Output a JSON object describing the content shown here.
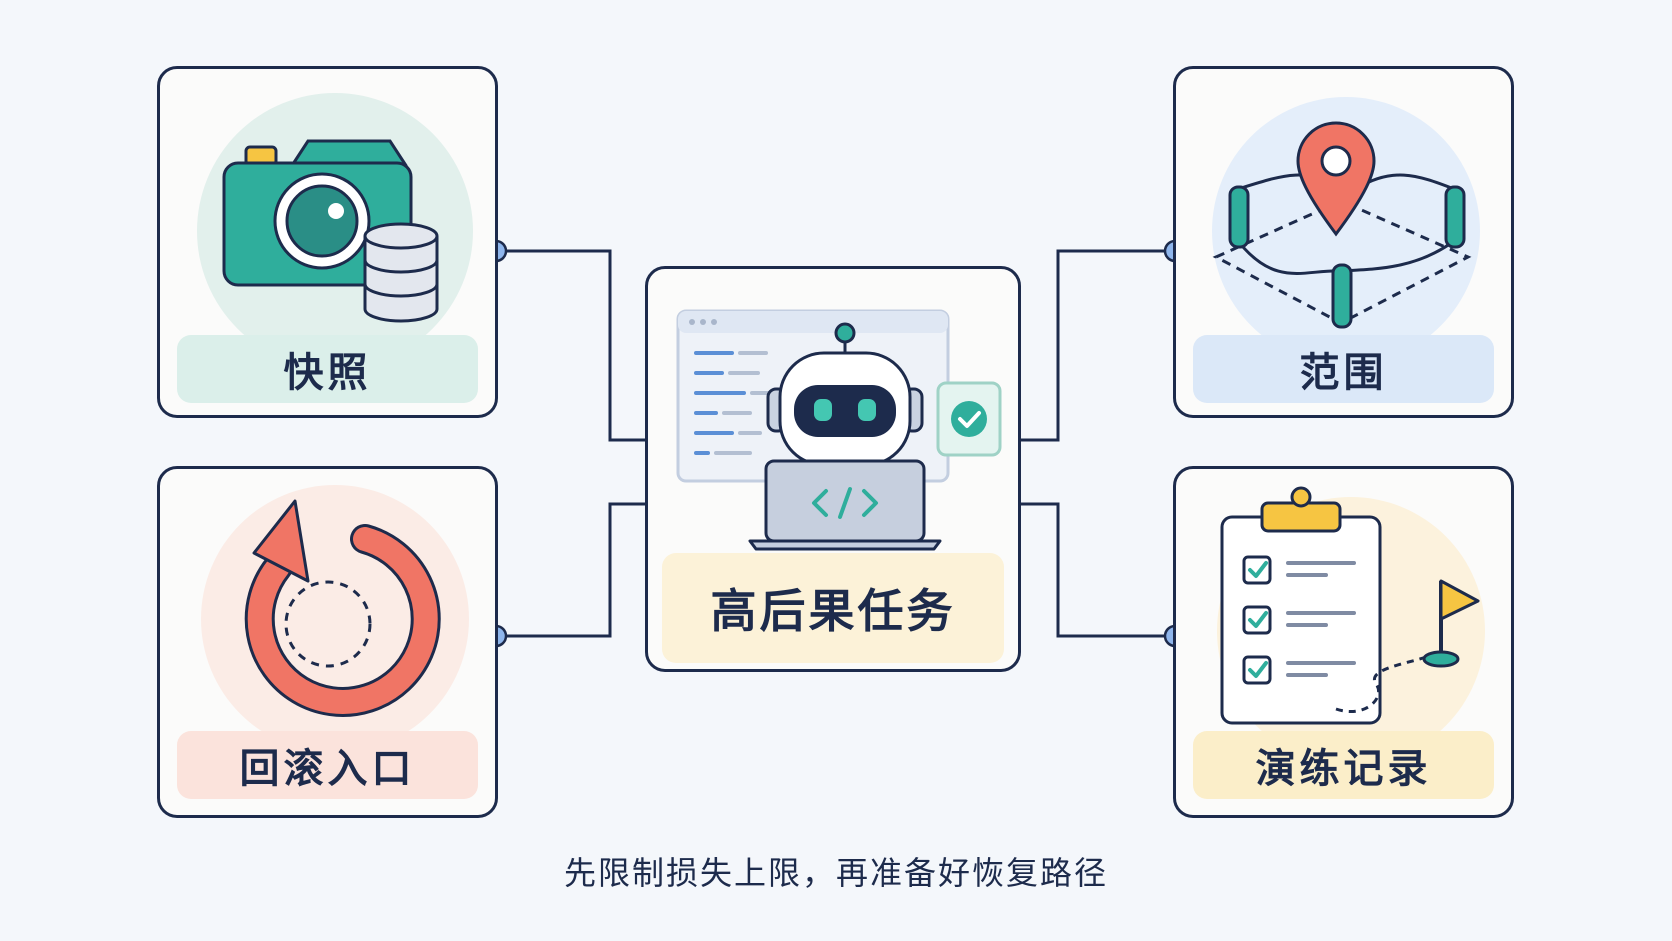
{
  "nodes": {
    "snapshot": {
      "label": "快照",
      "icon": "camera-database-icon"
    },
    "rollback": {
      "label": "回滚入口",
      "icon": "undo-arrow-icon"
    },
    "scope": {
      "label": "范围",
      "icon": "map-pin-boundary-icon"
    },
    "drill_log": {
      "label": "演练记录",
      "icon": "checklist-flag-icon"
    },
    "center": {
      "label": "高后果任务",
      "icon": "robot-laptop-icon"
    }
  },
  "caption": "先限制损失上限，再准备好恢复路径",
  "colors": {
    "outline": "#1d2b4c",
    "teal": "#2fae9c",
    "coral": "#f07565",
    "blue_dot": "#8fb6ec",
    "yellow": "#f6c542",
    "snapshot_label_bg": "#dbefea",
    "rollback_label_bg": "#fbe3dc",
    "scope_label_bg": "#dbe8f8",
    "drill_label_bg": "#fbeec9",
    "center_label_bg": "#fcf2d8"
  }
}
